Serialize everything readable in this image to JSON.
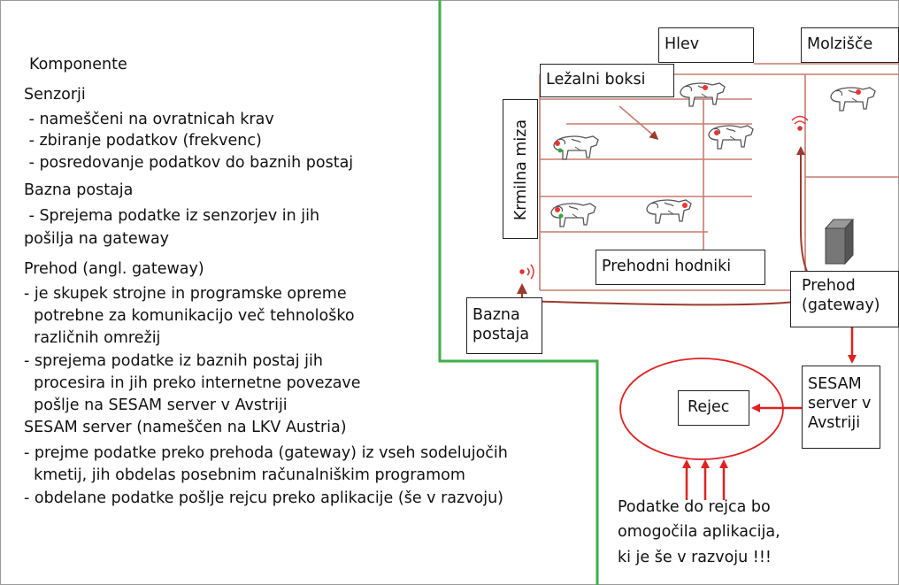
{
  "left_text": {
    "heading": "Komponente",
    "senzorji": {
      "title": "Senzorji",
      "items": [
        " - nameščeni na ovratnicah krav",
        " - zbiranje podatkov (frekvenc)",
        " - posredovanje podatkov do baznih postaj"
      ]
    },
    "bazna": {
      "title": "Bazna postaja",
      "lines": [
        " - Sprejema podatke iz senzorjev in jih",
        "pošilja na gateway"
      ]
    },
    "prehod": {
      "title": "Prehod (angl. gateway)",
      "lines": [
        "- je skupek strojne in programske opreme",
        "  potrebne za komunikacijo več tehnološko",
        "  različnih omrežij",
        "- sprejema podatke iz baznih postaj jih",
        "  procesira in jih preko internetne povezave",
        "  pošlje na SESAM server v Avstriji"
      ]
    },
    "sesam": {
      "title": "SESAM server (nameščen na LKV Austria)",
      "lines": [
        "- prejme podatke preko prehoda (gateway) iz vseh sodelujočih",
        "  kmetij, jih obdelas posebnim računalniškim programom",
        "- obdelane podatke pošlje rejcu preko aplikacije (še v razvoju)"
      ]
    }
  },
  "diagram": {
    "hlev": "Hlev",
    "molzisce": "Molzišče",
    "lezalni": "Ležalni boksi",
    "krmilna": "Krmilna miza",
    "prehodni": "Prehodni hodniki",
    "bazna": [
      "Bazna",
      "postaja"
    ],
    "prehod": [
      "Prehod",
      "(gateway)"
    ],
    "sesam": [
      "SESAM",
      "server v",
      "Avstriji"
    ],
    "rejec": "Rejec",
    "note": [
      "Podatke do rejca bo",
      "omogočila aplikacija,",
      "ki je še v razvoju !!!"
    ]
  },
  "colors": {
    "divider": "#3fae49",
    "barn": "#c77b6e",
    "arrow": "#dd2222",
    "cow_tag": "#e33",
    "cow_tag2": "#3a3"
  },
  "icons": [
    "cow-icon",
    "antenna-icon",
    "gateway-device-icon",
    "arrow-icon"
  ]
}
